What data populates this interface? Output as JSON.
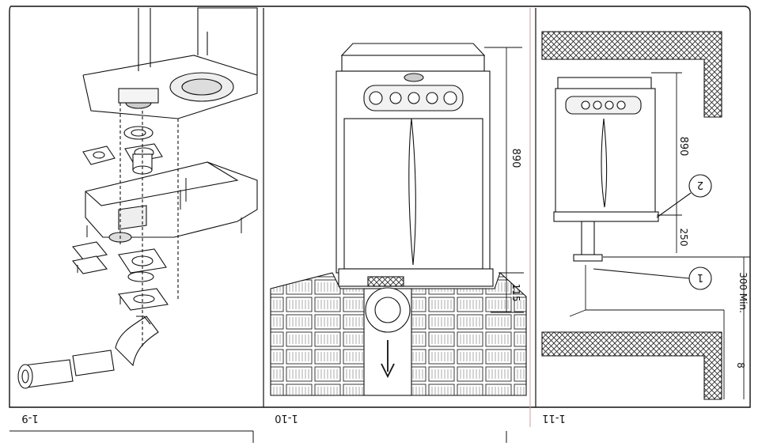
{
  "panels": [
    {
      "id": "panel-1",
      "label": "1-9"
    },
    {
      "id": "panel-2",
      "label": "1-10"
    },
    {
      "id": "panel-3",
      "label": "1-11"
    }
  ],
  "dimensions": {
    "height_890_a": "890",
    "gap_115": "115",
    "height_890_b": "890",
    "gap_250": "250",
    "clearance": "300 Min.",
    "depth_8": "8"
  },
  "callouts": {
    "c1": "1",
    "c2": "2"
  }
}
